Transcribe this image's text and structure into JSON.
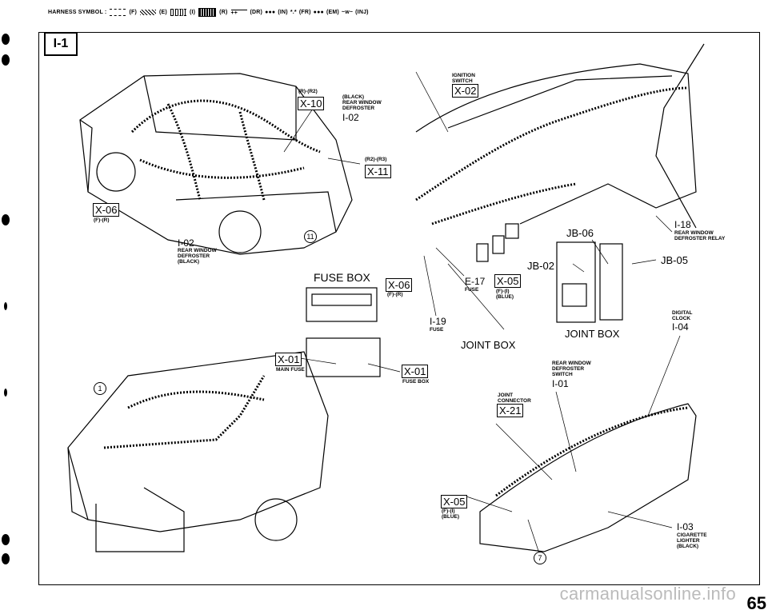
{
  "legend": {
    "title": "HARNESS SYMBOL :",
    "items": [
      "(F)",
      "(E)",
      "(I)",
      "(R)",
      "(DR)",
      "(IN)",
      "(FR)",
      "(EM)",
      "(INJ)"
    ]
  },
  "section_code": "I-1",
  "labels": {
    "r1_r2": "(R)-(R2)",
    "x10": "X-10",
    "black_rwd_top": "(BLACK)\nREAR WINDOW\nDEFROSTER",
    "i02_top": "I-02",
    "r2_r3": "(R2)-(R3)",
    "x11": "X-11",
    "x06_left": "X-06",
    "f_r_left": "(F)-(R)",
    "i02_bottom": "I-02",
    "rwd_black_bottom": "REAR WINDOW\nDEFROSTER\n(BLACK)",
    "circle_11": "11",
    "ignition_switch": "IGNITION\nSWITCH",
    "x02": "X-02",
    "i18": "I-18",
    "rwd_relay": "REAR WINDOW\nDEFROSTER RELAY",
    "jb06": "JB-06",
    "jb02": "JB-02",
    "jb05": "JB-05",
    "fuse_box_title": "FUSE BOX",
    "x06_mid": "X-06",
    "f_r_mid": "(F)-(R)",
    "e17": "E-17",
    "fuse_e17": "FUSE",
    "x05_mid": "X-05",
    "f_i_blue_mid": "(F)-(I)\n(BLUE)",
    "i19": "I-19",
    "fuse_i19": "FUSE",
    "joint_box_left": "JOINT BOX",
    "joint_box_right": "JOINT BOX",
    "digital_clock": "DIGITAL\nCLOCK",
    "i04": "I-04",
    "x01_left": "X-01",
    "main_fuse": "MAIN FUSE",
    "x01_right": "X-01",
    "fuse_box_small": "FUSE BOX",
    "circle_1": "1",
    "rwd_switch": "REAR WINDOW\nDEFROSTER\nSWITCH",
    "i01": "I-01",
    "joint_connector": "JOINT\nCONNECTOR",
    "x21": "X-21",
    "x05_bottom": "X-05",
    "f_i_blue_bottom": "(F)-(I)\n(BLUE)",
    "i03": "I-03",
    "cig_lighter": "CIGARETTE\nLIGHTER\n(BLACK)",
    "circle_7": "7"
  },
  "footer": {
    "site": "carmanualsonline.info",
    "page": "65"
  }
}
